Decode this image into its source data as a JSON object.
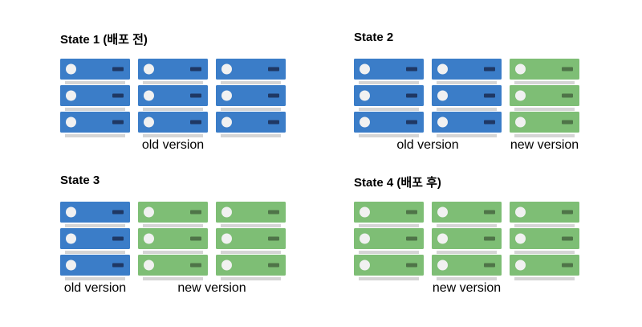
{
  "colors": {
    "background": "#ffffff",
    "old_version_fill": "#3B7DC8",
    "old_version_dash": "#1F3864",
    "new_version_fill": "#7EBE75",
    "new_version_dash": "#4F7448",
    "drive_circle": "#F1F1F1",
    "shadow": "#D5D5D5",
    "text": "#000000"
  },
  "servers_per_stack": 3,
  "stack_columns": 3,
  "states": [
    {
      "id": "state-1",
      "title": "State 1 (배포 전)",
      "position": "top-left",
      "stacks": [
        "old",
        "old",
        "old"
      ],
      "labels": [
        {
          "text": "old version",
          "span": 3
        }
      ]
    },
    {
      "id": "state-2",
      "title": "State 2",
      "position": "top-right",
      "stacks": [
        "old",
        "old",
        "new"
      ],
      "labels": [
        {
          "text": "old version",
          "span": 2
        },
        {
          "text": "new version",
          "span": 1
        }
      ]
    },
    {
      "id": "state-3",
      "title": "State 3",
      "position": "bottom-left",
      "stacks": [
        "old",
        "new",
        "new"
      ],
      "labels": [
        {
          "text": "old version",
          "span": 1
        },
        {
          "text": "new version",
          "span": 2
        }
      ]
    },
    {
      "id": "state-4",
      "title": "State 4 (배포 후)",
      "position": "bottom-right",
      "stacks": [
        "new",
        "new",
        "new"
      ],
      "labels": [
        {
          "text": "new version",
          "span": 3
        }
      ]
    }
  ]
}
